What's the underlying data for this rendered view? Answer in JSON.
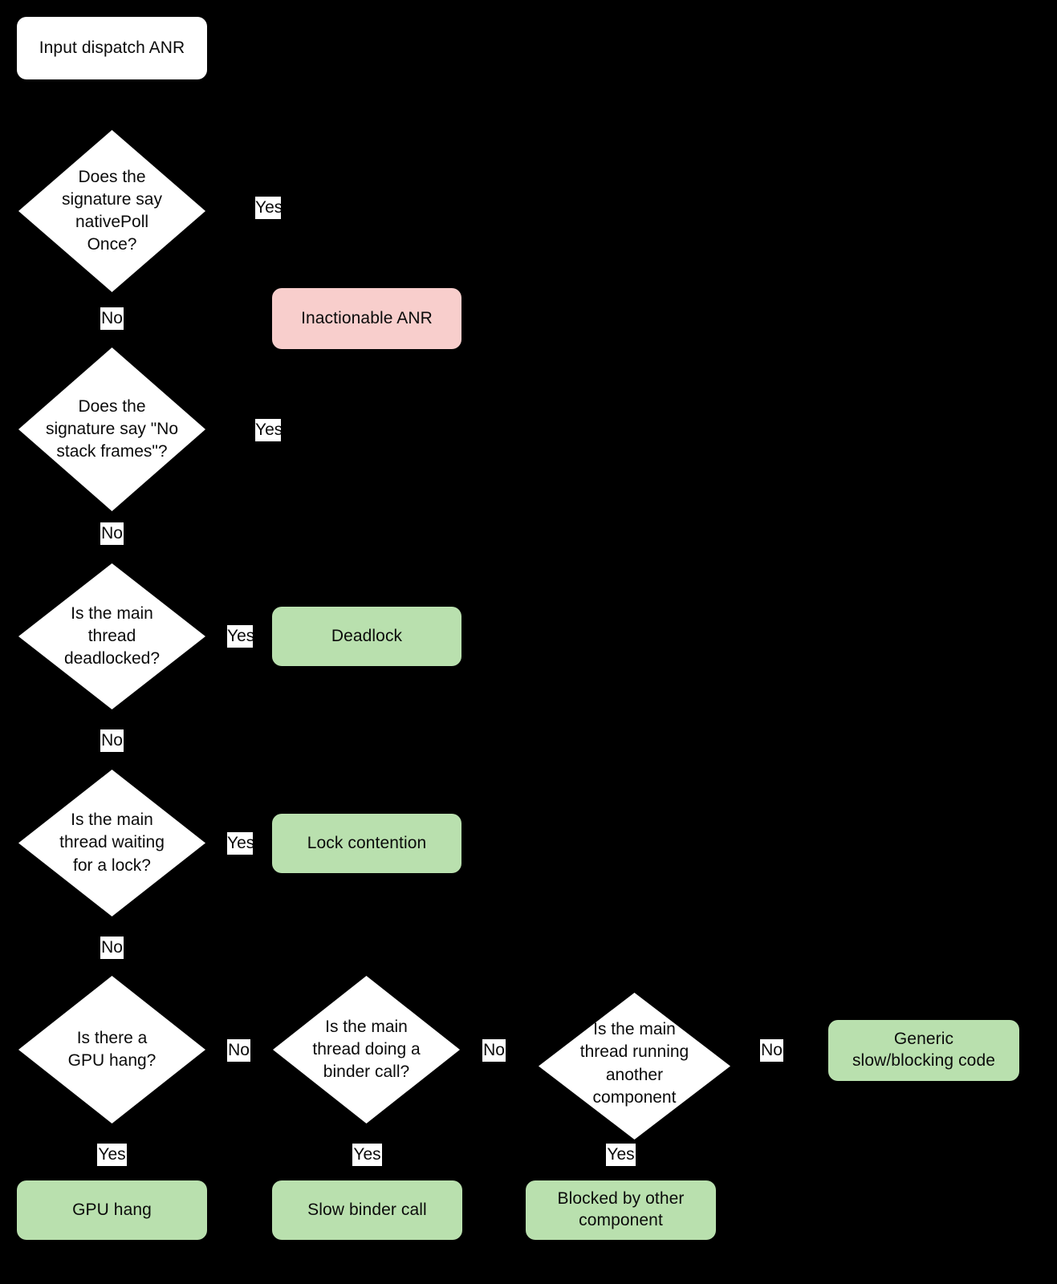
{
  "diagram": {
    "title": "Input dispatch ANR triage flowchart",
    "background_color": "#000000",
    "colors": {
      "process_fill": "#ffffff",
      "decision_fill": "#ffffff",
      "result_fill": "#b9e0ae",
      "inactionable_fill": "#f8cecc",
      "text": "#0b0b0b",
      "edge": "#000000",
      "edge_label_bg": "#ffffff"
    },
    "nodes": {
      "start": {
        "label": "Input dispatch ANR",
        "type": "process"
      },
      "d1": {
        "label": "Does the\nsignature say\nnativePoll\nOnce?",
        "type": "decision"
      },
      "d2": {
        "label": "Does the\nsignature say \"No\nstack frames\"?",
        "type": "decision"
      },
      "d3": {
        "label": "Is the main\nthread\ndeadlocked?",
        "type": "decision"
      },
      "d4": {
        "label": "Is the main\nthread waiting\nfor a lock?",
        "type": "decision"
      },
      "d5": {
        "label": "Is there a\nGPU hang?",
        "type": "decision"
      },
      "d6": {
        "label": "Is the main\nthread doing a\nbinder call?",
        "type": "decision"
      },
      "d7": {
        "label": "Is the main\nthread running\nanother\ncomponent",
        "type": "decision"
      },
      "inactionable": {
        "label": "Inactionable ANR",
        "type": "result-pink"
      },
      "deadlock": {
        "label": "Deadlock",
        "type": "result-green"
      },
      "lock_contention": {
        "label": "Lock contention",
        "type": "result-green"
      },
      "generic": {
        "label": "Generic\nslow/blocking code",
        "type": "result-green"
      },
      "gpu_hang": {
        "label": "GPU hang",
        "type": "result-green"
      },
      "slow_binder": {
        "label": "Slow binder call",
        "type": "result-green"
      },
      "blocked_other": {
        "label": "Blocked by other\ncomponent",
        "type": "result-green"
      }
    },
    "edge_labels": {
      "d1_yes": "Yes",
      "d1_no": "No",
      "d2_yes": "Yes",
      "d2_no": "No",
      "d3_yes": "Yes",
      "d3_no": "No",
      "d4_yes": "Yes",
      "d4_no": "No",
      "d5_no": "No",
      "d5_yes": "Yes",
      "d6_no": "No",
      "d6_yes": "Yes",
      "d7_no": "No",
      "d7_yes": "Yes"
    }
  }
}
